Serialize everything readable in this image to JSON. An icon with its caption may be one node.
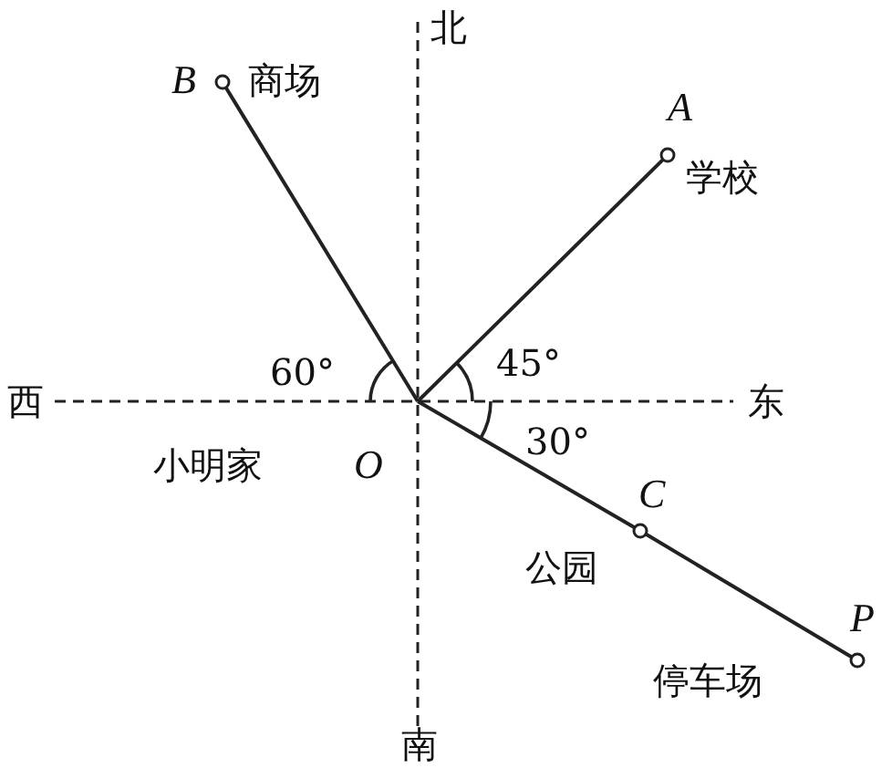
{
  "diagram": {
    "nodes": [
      {
        "text": [
          "O"
        ],
        "beside": [
          "小明家"
        ]
      },
      {
        "text": [
          "B"
        ],
        "beside": [
          "商场"
        ]
      },
      {
        "text": [
          "A"
        ],
        "beside": [
          "学校"
        ]
      },
      {
        "text": [
          "C"
        ],
        "beside": [
          "公园"
        ]
      },
      {
        "text": [
          "P"
        ],
        "beside": [
          "停车场"
        ]
      }
    ],
    "edges": [
      {
        "from": 0,
        "to": 1,
        "arrow": "none"
      },
      {
        "from": 0,
        "to": 2,
        "arrow": "none"
      },
      {
        "from": 0,
        "to": 3,
        "arrow": "none"
      },
      {
        "from": 3,
        "to": 4,
        "arrow": "none"
      }
    ],
    "labels": [
      "北",
      "西",
      "东",
      "60°",
      "45°",
      "30°",
      "南"
    ]
  }
}
